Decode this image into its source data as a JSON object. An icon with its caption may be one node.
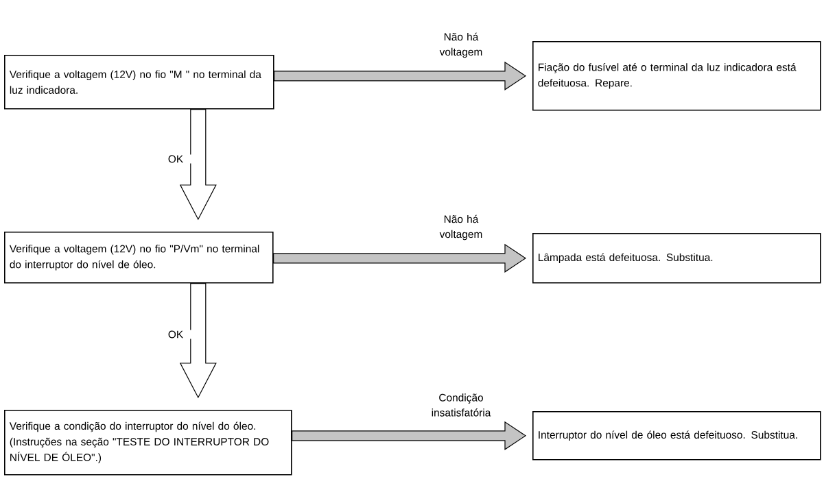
{
  "diagram": {
    "nodes": [
      {
        "text": [
          "Verifique a voltagem (12V) no fio \"M \" no terminal da luz indicadora."
        ]
      },
      {
        "text": [
          "Fiação do fusível até o terminal da luz indicadora está defeituosa. Repare."
        ]
      },
      {
        "text": [
          "Verifique a voltagem (12V) no fio \"P/Vm\" no terminal do interruptor do nível de óleo."
        ]
      },
      {
        "text": [
          "Lâmpada está defeituosa. Substitua."
        ]
      },
      {
        "text": [
          "Verifique a condição do interruptor do nível do óleo. (Instruções na seção \"TESTE DO INTERRUPTOR DO NÍVEL DE ÓLEO\".)"
        ]
      },
      {
        "text": [
          "Interruptor do nível de óleo está defeituoso. Substitua."
        ]
      }
    ],
    "edges": [
      {
        "from": 0,
        "to": 1,
        "arrow": "to",
        "label": "Não há voltagem"
      },
      {
        "from": 0,
        "to": 2,
        "arrow": "to",
        "label": "OK",
        "color": "#ffffff"
      },
      {
        "from": 2,
        "to": 3,
        "arrow": "to",
        "label": "Não há voltagem"
      },
      {
        "from": 2,
        "to": 4,
        "arrow": "to",
        "label": "OK",
        "color": "#ffffff"
      },
      {
        "from": 4,
        "to": 5,
        "arrow": "to",
        "label": "Condição insatisfatória"
      }
    ]
  }
}
